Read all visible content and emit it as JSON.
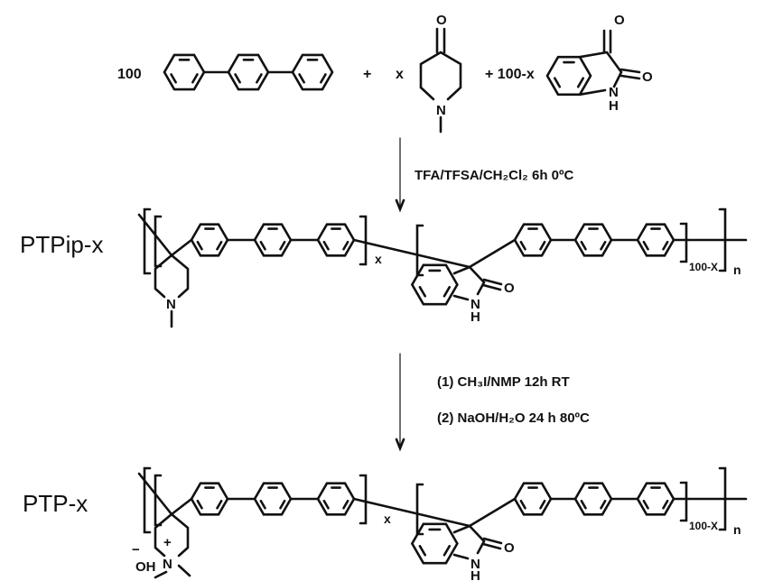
{
  "reactants": {
    "terphenyl_coeff": "100",
    "plus1": "+",
    "piperidone_coeff": "x",
    "plus2_coeff": "+ 100-x",
    "atoms": {
      "O": "O",
      "N": "N",
      "NH_N": "N",
      "NH_H": "H"
    }
  },
  "step1": {
    "conditions": "TFA/TFSA/CH₂Cl₂  6h  0ºC"
  },
  "polymer1": {
    "label": "PTPip-x",
    "sub_x": "x",
    "sub_rest": "100-X",
    "sub_n": "n",
    "N": "N",
    "O": "O",
    "NH_N": "N",
    "NH_H": "H"
  },
  "step2": {
    "conditions": [
      "(1) CH₃I/NMP 12h RT",
      "(2) NaOH/H₂O 24 h 80ºC"
    ]
  },
  "polymer2": {
    "label": "PTP-x",
    "sub_x": "x",
    "sub_rest": "100-X",
    "sub_n": "n",
    "N": "N",
    "plus": "+",
    "counterion_charge": "−",
    "counterion": "OH",
    "O": "O",
    "NH_N": "N",
    "NH_H": "H"
  }
}
